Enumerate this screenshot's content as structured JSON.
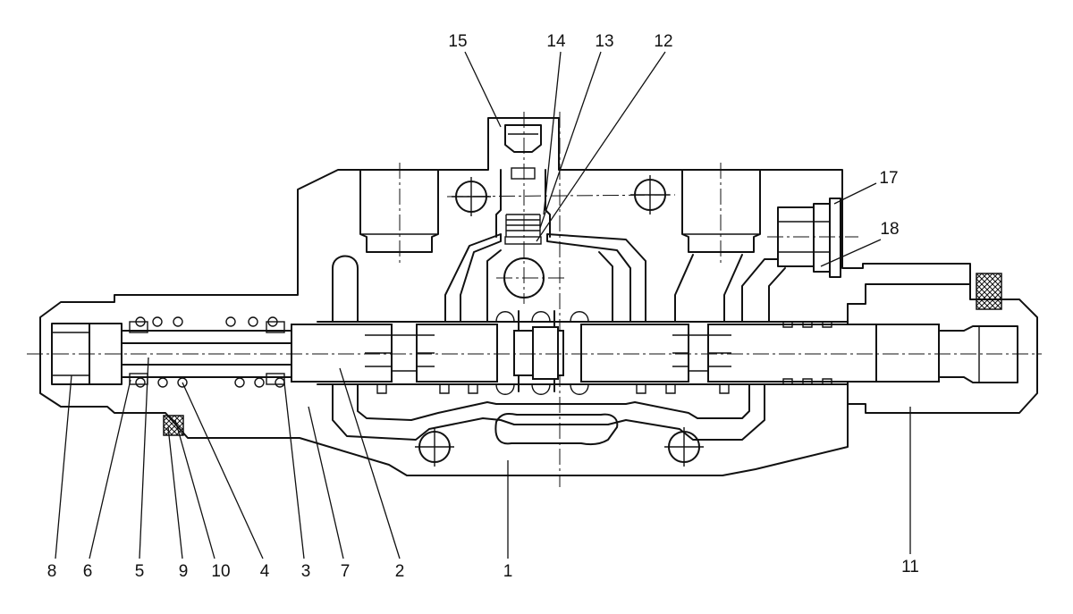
{
  "figure": {
    "callouts": [
      {
        "id": "c15",
        "label": "15"
      },
      {
        "id": "c14",
        "label": "14"
      },
      {
        "id": "c13",
        "label": "13"
      },
      {
        "id": "c12",
        "label": "12"
      },
      {
        "id": "c17",
        "label": "17"
      },
      {
        "id": "c18",
        "label": "18"
      },
      {
        "id": "c8",
        "label": "8"
      },
      {
        "id": "c6",
        "label": "6"
      },
      {
        "id": "c5",
        "label": "5"
      },
      {
        "id": "c9",
        "label": "9"
      },
      {
        "id": "c10",
        "label": "10"
      },
      {
        "id": "c4",
        "label": "4"
      },
      {
        "id": "c3",
        "label": "3"
      },
      {
        "id": "c7",
        "label": "7"
      },
      {
        "id": "c2",
        "label": "2"
      },
      {
        "id": "c1",
        "label": "1"
      },
      {
        "id": "c11",
        "label": "11"
      }
    ]
  }
}
